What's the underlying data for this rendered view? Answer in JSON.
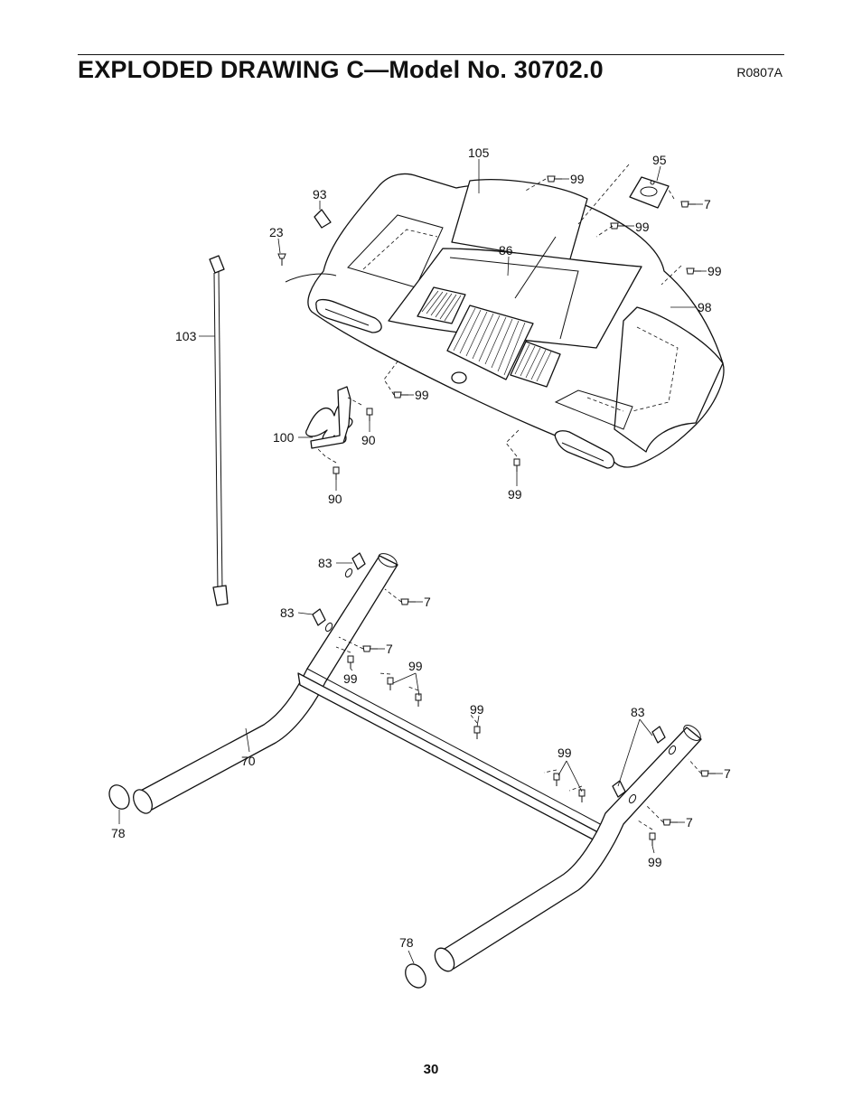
{
  "header": {
    "title": "EXPLODED DRAWING C—Model No. 30702.0",
    "reference": "R0807A"
  },
  "footer": {
    "page_number": "30"
  },
  "labels": {
    "l105": "105",
    "l95": "95",
    "l99a": "99",
    "l7a": "7",
    "l93": "93",
    "l99b": "99",
    "l23": "23",
    "l86": "86",
    "l99c": "99",
    "l98": "98",
    "l103": "103",
    "l99d": "99",
    "l100": "100",
    "l90a": "90",
    "l90b": "90",
    "l99e": "99",
    "l83a": "83",
    "l7b": "7",
    "l83b": "83",
    "l7c": "7",
    "l99f": "99",
    "l99g": "99",
    "l99h": "99",
    "l83c": "83",
    "l70": "70",
    "l99i": "99",
    "l7d": "7",
    "l7e": "7",
    "l78a": "78",
    "l99j": "99",
    "l78b": "78"
  }
}
